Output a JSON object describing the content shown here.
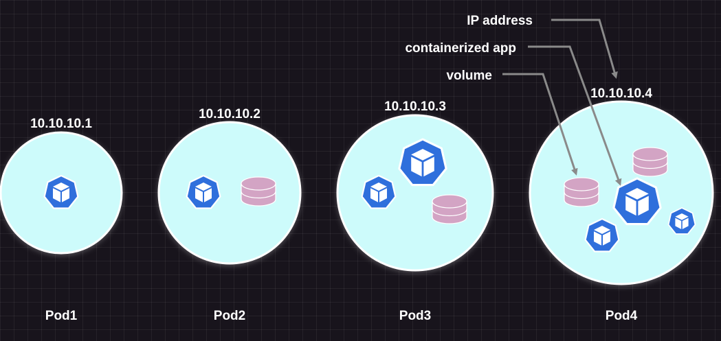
{
  "colors": {
    "background": "#18141c",
    "pod_fill": "#cdfbfb",
    "pod_stroke": "#ffffff",
    "container_blue": "#2f6fdc",
    "volume_pink": "#d3a4c4",
    "arrow_gray": "#8a8a8a",
    "text": "#ffffff"
  },
  "icons": {
    "container": "kubernetes-container-icon",
    "volume": "cylinder-volume-icon"
  },
  "legend": {
    "ip_address": "IP address",
    "containerized_app": "containerized app",
    "volume": "volume"
  },
  "pods": [
    {
      "name": "Pod1",
      "ip": "10.10.10.1",
      "containers": 1,
      "volumes": 0
    },
    {
      "name": "Pod2",
      "ip": "10.10.10.2",
      "containers": 1,
      "volumes": 1
    },
    {
      "name": "Pod3",
      "ip": "10.10.10.3",
      "containers": 2,
      "volumes": 1
    },
    {
      "name": "Pod4",
      "ip": "10.10.10.4",
      "containers": 3,
      "volumes": 2
    }
  ]
}
